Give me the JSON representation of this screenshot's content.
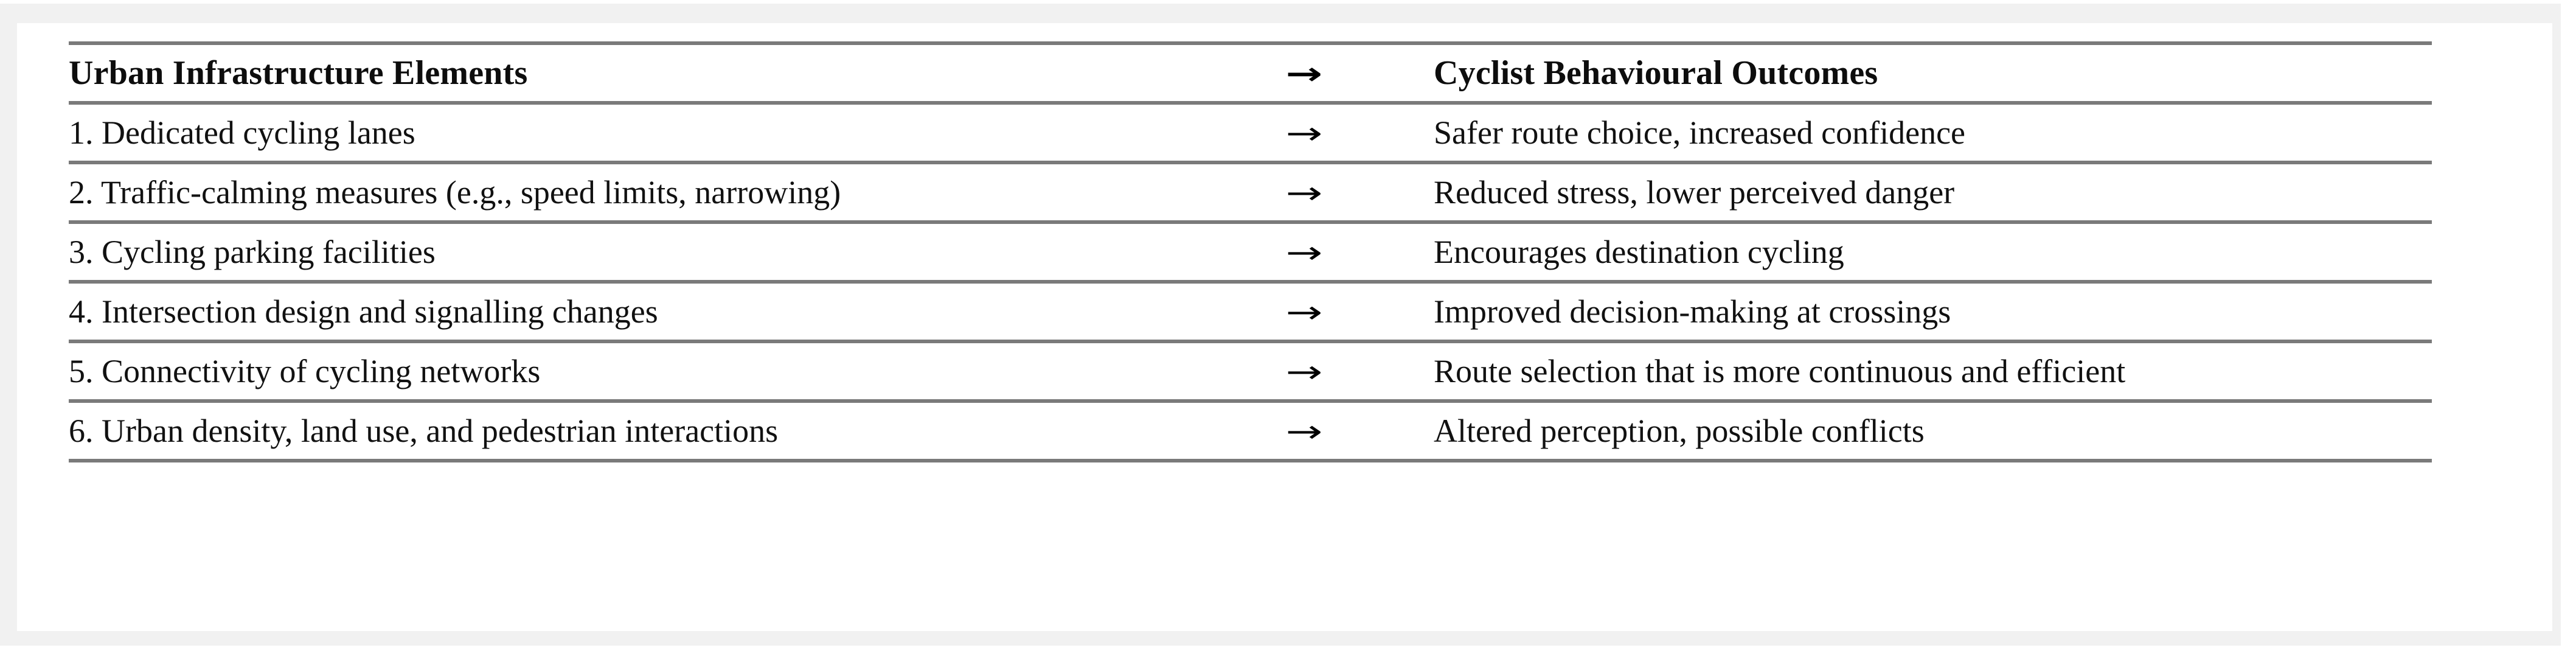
{
  "table": {
    "headers": {
      "left": "Urban Infrastructure Elements",
      "arrow": "→",
      "right": "Cyclist Behavioural Outcomes"
    },
    "arrow_symbol": "→",
    "rows": [
      {
        "element": "1. Dedicated cycling lanes",
        "arrow": "→",
        "outcome": "Safer route choice, increased confidence"
      },
      {
        "element": "2. Traffic-calming measures (e.g., speed limits, narrowing)",
        "arrow": "→",
        "outcome": "Reduced stress, lower perceived danger"
      },
      {
        "element": "3. Cycling parking facilities",
        "arrow": "→",
        "outcome": "Encourages destination cycling"
      },
      {
        "element": "4. Intersection design and signalling changes",
        "arrow": "→",
        "outcome": "Improved decision-making at crossings"
      },
      {
        "element": "5. Connectivity of cycling networks",
        "arrow": "→",
        "outcome": "Route selection that is more continuous and efficient"
      },
      {
        "element": "6. Urban density, land use, and pedestrian interactions",
        "arrow": "→",
        "outcome": "Altered perception, possible conflicts"
      }
    ]
  },
  "colors": {
    "rule": "#7a7a7a",
    "text": "#111111",
    "sheet": "#ffffff",
    "backdrop": "#f1f1f1"
  }
}
